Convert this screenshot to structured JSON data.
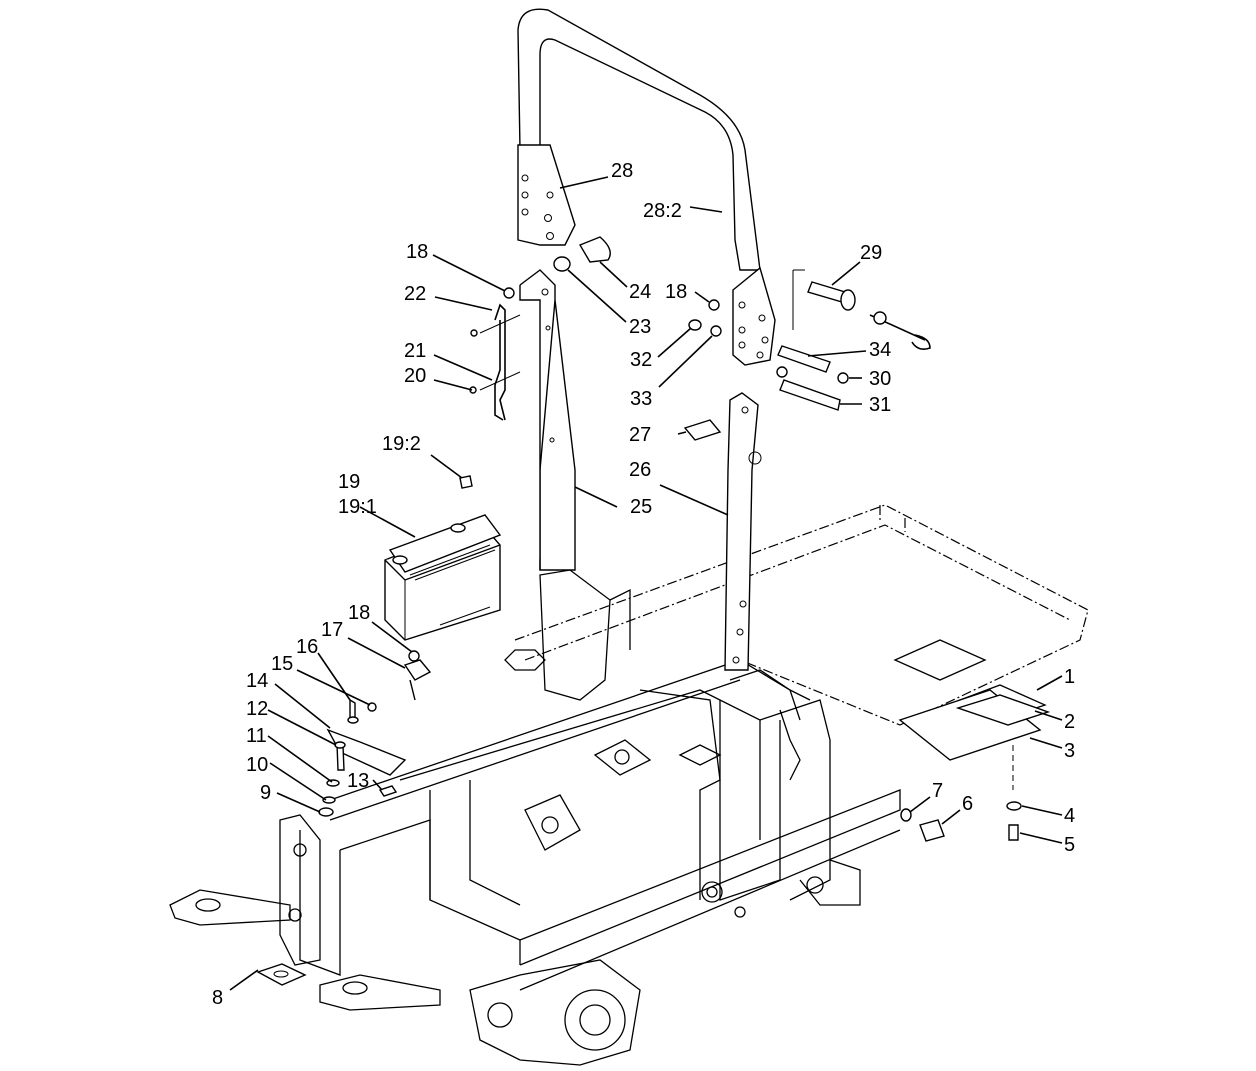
{
  "callouts": {
    "c1": "1",
    "c2": "2",
    "c3": "3",
    "c4": "4",
    "c5": "5",
    "c6": "6",
    "c7": "7",
    "c8": "8",
    "c9": "9",
    "c10": "10",
    "c11": "11",
    "c12": "12",
    "c13": "13",
    "c14": "14",
    "c15": "15",
    "c16": "16",
    "c17": "17",
    "c18a": "18",
    "c18b": "18",
    "c18c": "18",
    "c19": "19",
    "c19_1": "19:1",
    "c19_2": "19:2",
    "c20": "20",
    "c21": "21",
    "c22": "22",
    "c23": "23",
    "c24": "24",
    "c25": "25",
    "c26": "26",
    "c27": "27",
    "c28": "28",
    "c28_2": "28:2",
    "c29": "29",
    "c30": "30",
    "c31": "31",
    "c32": "32",
    "c33": "33",
    "c34": "34"
  }
}
